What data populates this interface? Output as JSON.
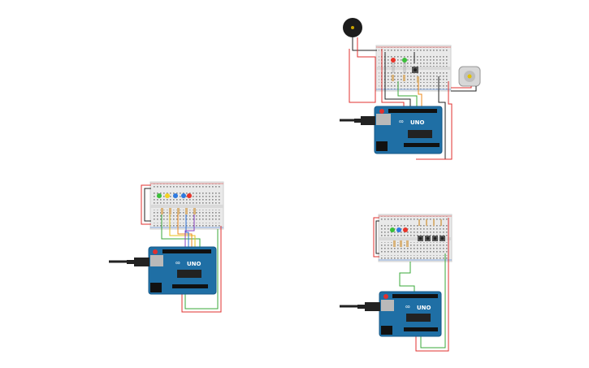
{
  "app": {
    "view": "circuit-design-canvas"
  },
  "colors": {
    "background": "#ffffff",
    "arduino_blue": "#1f6fa5",
    "arduino_dark": "#175a88",
    "breadboard": "#e9e9e9",
    "breadboard_hole": "#8a8a8a",
    "wire_red": "#e0312f",
    "wire_black": "#222222",
    "wire_green": "#3aa83a",
    "wire_yellow": "#e8c21a",
    "wire_orange": "#ee8a1d",
    "wire_blue": "#2a6fd6",
    "wire_purple": "#8a3fc0",
    "led_red": "#e8342a",
    "led_green": "#3bbf3a",
    "led_yellow": "#f2d224",
    "led_blue": "#2e7ae0"
  },
  "circuits": [
    {
      "id": "circuit-buzzer-motor",
      "board_label": "UNO",
      "logo_text": "∞",
      "components": [
        "piezo-buzzer",
        "breadboard",
        "led-red",
        "led-green",
        "push-button",
        "dc-motor",
        "arduino-uno",
        "usb-cable"
      ]
    },
    {
      "id": "circuit-five-leds",
      "board_label": "UNO",
      "logo_text": "∞",
      "components": [
        "breadboard",
        "led-green",
        "led-yellow",
        "led-blue",
        "led-blue",
        "led-red",
        "arduino-uno",
        "usb-cable"
      ]
    },
    {
      "id": "circuit-leds-buttons",
      "board_label": "UNO",
      "logo_text": "∞",
      "components": [
        "breadboard",
        "led-green",
        "led-blue",
        "led-red",
        "push-button",
        "push-button",
        "push-button",
        "push-button",
        "arduino-uno",
        "usb-cable"
      ]
    }
  ]
}
